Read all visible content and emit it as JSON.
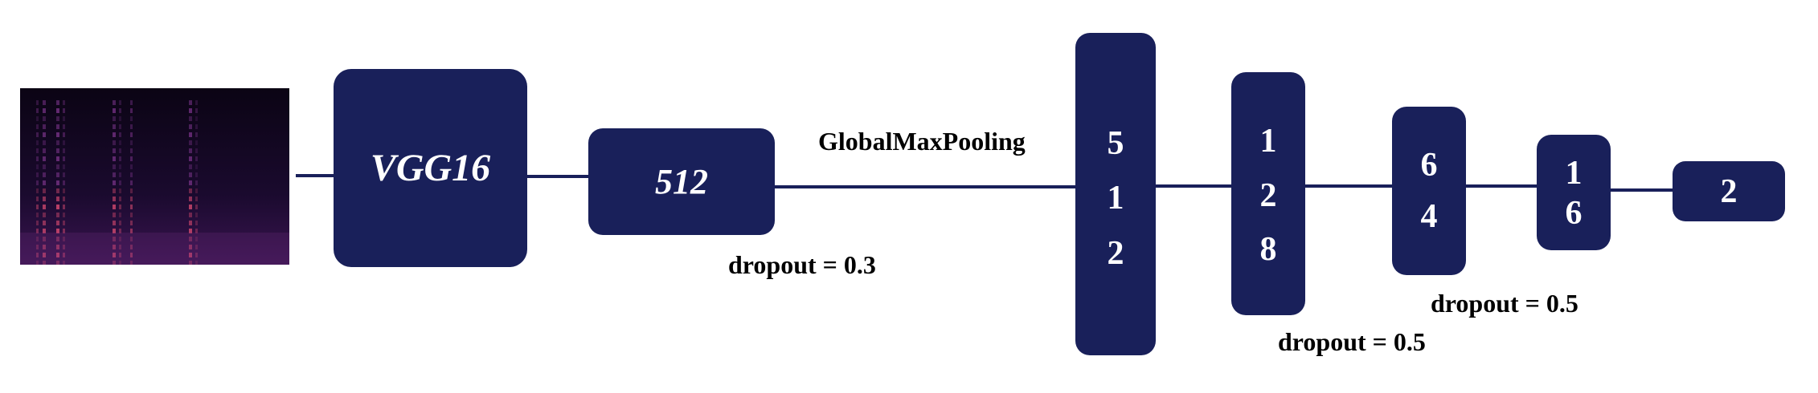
{
  "colors": {
    "node_fill": "#19205a",
    "node_text": "#ffffff",
    "label_text": "#000000",
    "spectrogram_bg": "#0b0414",
    "spectrogram_hot": "#c8456b",
    "spectrogram_warm": "#6b2d7a"
  },
  "input": {
    "icon": "spectrogram-image"
  },
  "nodes": {
    "vgg16": "VGG16",
    "dense512": "512",
    "fc512": [
      "5",
      "1",
      "2"
    ],
    "fc128": [
      "1",
      "2",
      "8"
    ],
    "fc64": [
      "6",
      "4"
    ],
    "fc16": [
      "1",
      "6"
    ],
    "out2": "2"
  },
  "labels": {
    "pooling": "GlobalMaxPooling",
    "dropout_a": "dropout = 0.3",
    "dropout_b": "dropout = 0.5",
    "dropout_c": "dropout = 0.5"
  }
}
